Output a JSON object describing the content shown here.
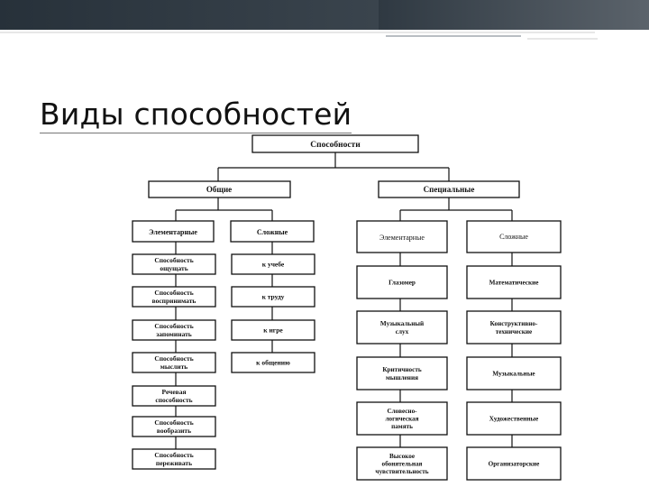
{
  "slide": {
    "title": "Виды способностей"
  },
  "diagram": {
    "root": "Способности",
    "general": {
      "label": "Общие",
      "elementary": {
        "label": "Элементарные",
        "items": [
          [
            "Способность",
            "ощущать"
          ],
          [
            "Способность",
            "воспринимать"
          ],
          [
            "Способность",
            "запоминать"
          ],
          [
            "Способность",
            "мыслить"
          ],
          [
            "Речевая",
            "способность"
          ],
          [
            "Способность",
            "вообразить"
          ],
          [
            "Способность",
            "переживать"
          ]
        ]
      },
      "complex": {
        "label": "Сложные",
        "items": [
          [
            "к учебе"
          ],
          [
            "к труду"
          ],
          [
            "к игре"
          ],
          [
            "к общению"
          ]
        ]
      }
    },
    "special": {
      "label": "Специальные",
      "elementary": {
        "label": "Элементарные",
        "items": [
          [
            "Глазомер"
          ],
          [
            "Музыкальный",
            "слух"
          ],
          [
            "Критичность",
            "мышления"
          ],
          [
            "Словесно-",
            "логическая",
            "память"
          ],
          [
            "Высокое",
            "обонятельная",
            "чувствительность"
          ]
        ]
      },
      "complex": {
        "label": "Сложные",
        "items": [
          [
            "Математические"
          ],
          [
            "Конструктивно-",
            "технические"
          ],
          [
            "Музыкальные"
          ],
          [
            "Художественные"
          ],
          [
            "Организаторские"
          ]
        ]
      }
    }
  }
}
